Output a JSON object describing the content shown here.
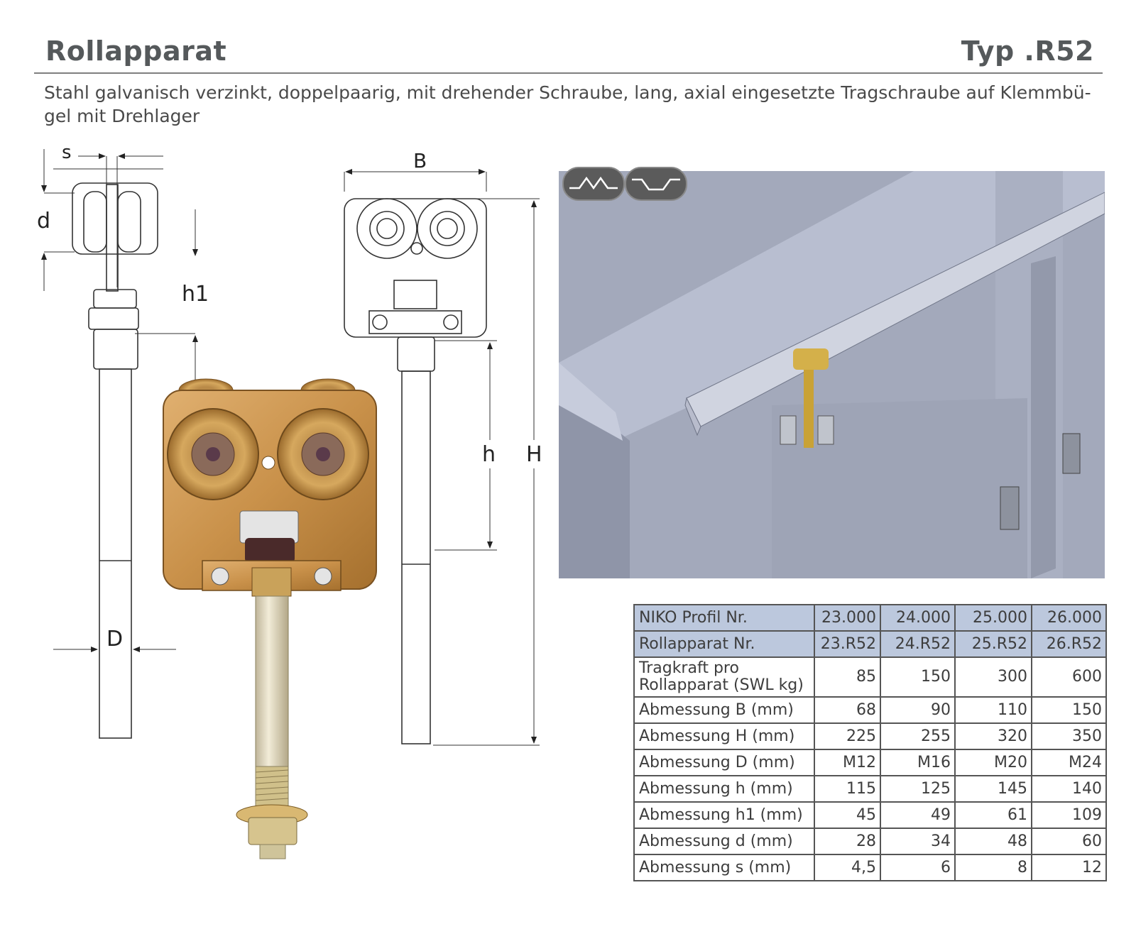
{
  "header": {
    "title": "Rollapparat",
    "type": "Typ .R52"
  },
  "description": {
    "line1": "Stahl galvanisch verzinkt, doppelpaarig, mit drehender Schraube, lang, axial eingesetzte Tragschraube auf Klemmbü-",
    "line2": "gel mit Drehlager"
  },
  "dimension_labels": {
    "s": "s",
    "d": "d",
    "h1": "h1",
    "D": "D",
    "B": "B",
    "h": "h",
    "H": "H"
  },
  "icons": [
    "profile-shape-a-icon",
    "profile-shape-b-icon"
  ],
  "table": {
    "rows": [
      {
        "label": "NIKO Profil Nr.",
        "values": [
          "23.000",
          "24.000",
          "25.000",
          "26.000"
        ],
        "highlight": true
      },
      {
        "label": "Rollapparat Nr.",
        "values": [
          "23.R52",
          "24.R52",
          "25.R52",
          "26.R52"
        ],
        "highlight": true
      },
      {
        "label_line1": "Tragkraft pro",
        "label_line2": "Rollapparat (SWL kg)",
        "values": [
          "85",
          "150",
          "300",
          "600"
        ]
      },
      {
        "label": "Abmessung B (mm)",
        "values": [
          "68",
          "90",
          "110",
          "150"
        ]
      },
      {
        "label": "Abmessung H (mm)",
        "values": [
          "225",
          "255",
          "320",
          "350"
        ]
      },
      {
        "label": "Abmessung D (mm)",
        "values": [
          "M12",
          "M16",
          "M20",
          "M24"
        ]
      },
      {
        "label": "Abmessung h (mm)",
        "values": [
          "115",
          "125",
          "145",
          "140"
        ]
      },
      {
        "label": "Abmessung h1 (mm)",
        "values": [
          "45",
          "49",
          "61",
          "109"
        ]
      },
      {
        "label": "Abmessung d (mm)",
        "values": [
          "28",
          "34",
          "48",
          "60"
        ]
      },
      {
        "label": "Abmessung s (mm)",
        "values": [
          "4,5",
          "6",
          "8",
          "12"
        ]
      }
    ]
  },
  "colors": {
    "heading": "#55595b",
    "table_highlight": "#bcc8dd",
    "brass": "#c9914a",
    "steel": "#d9d9d9"
  }
}
